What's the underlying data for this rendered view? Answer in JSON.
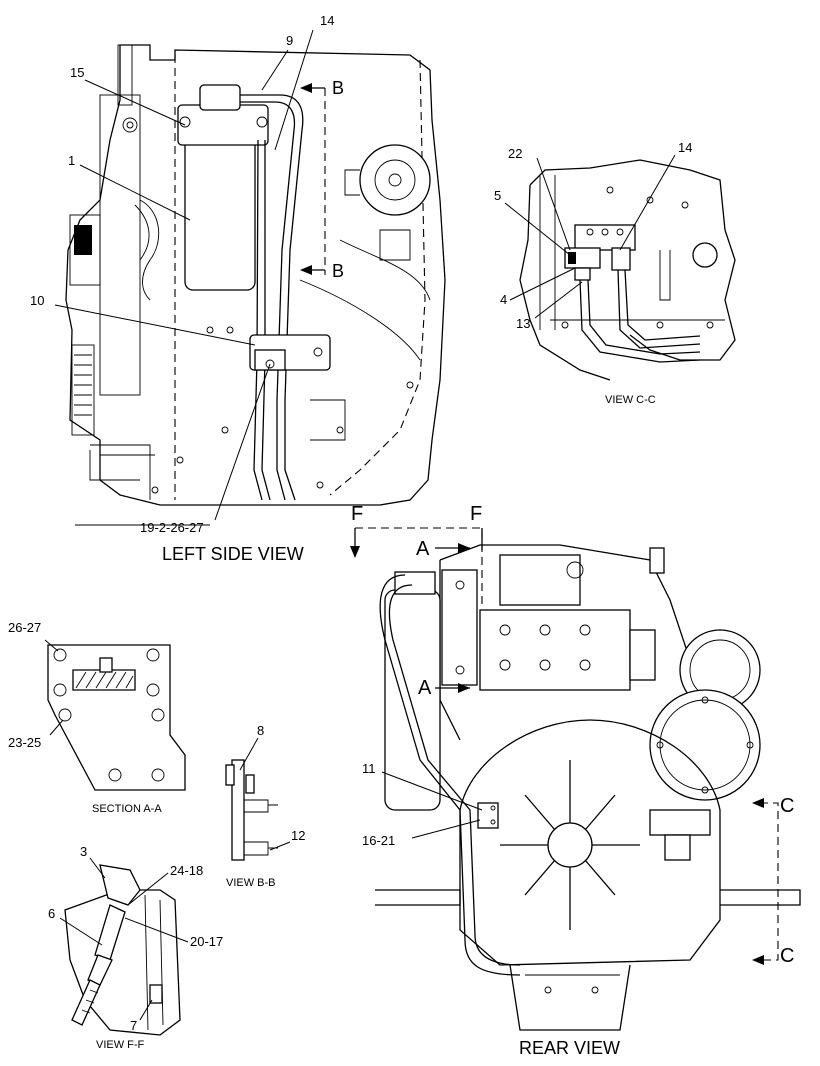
{
  "views": {
    "left_side": "LEFT SIDE VIEW",
    "view_cc": "VIEW C-C",
    "section_aa": "SECTION A-A",
    "view_bb": "VIEW B-B",
    "view_ff": "VIEW F-F",
    "rear": "REAR VIEW"
  },
  "section_marks": {
    "b": "B",
    "a": "A",
    "c": "C",
    "f": "F"
  },
  "callouts": {
    "left_side": [
      "14",
      "9",
      "15",
      "1",
      "10",
      "19-2-26-27"
    ],
    "view_cc": [
      "22",
      "14",
      "5",
      "4",
      "13"
    ],
    "section_aa": [
      "26-27",
      "23-25"
    ],
    "view_bb": [
      "8",
      "12"
    ],
    "view_ff": [
      "3",
      "24-18",
      "6",
      "20-17",
      "7"
    ],
    "rear": [
      "11",
      "16-21"
    ]
  }
}
